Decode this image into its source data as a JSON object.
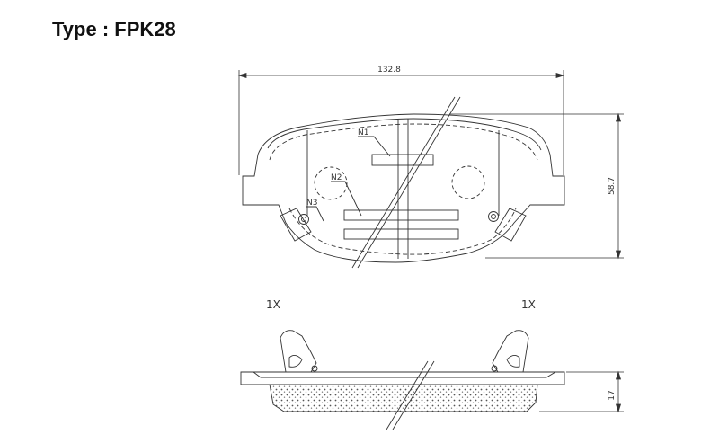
{
  "title": "Type : FPK28",
  "dimensions": {
    "width": "132.8",
    "height": "58.7",
    "thickness": "17"
  },
  "labels": {
    "n1": "N1",
    "n2": "N2",
    "n3": "N3"
  },
  "quantities": {
    "left": "1X",
    "right": "1X"
  }
}
